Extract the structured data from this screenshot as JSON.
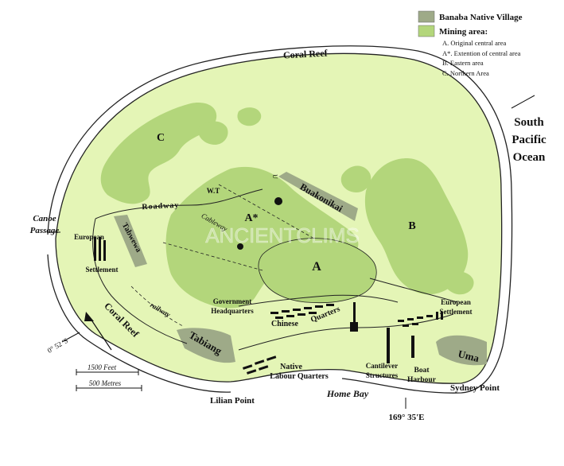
{
  "colors": {
    "land": "#e4f5b6",
    "mining": "#b3d67b",
    "village": "#9eaa88",
    "outline": "#222222",
    "water": "#ffffff"
  },
  "legend": {
    "village_label": "Banaba Native Village",
    "mining_label": "Mining area:",
    "items": [
      "A.  Original central area",
      "A*. Extention of central area",
      "B.  Eastern area",
      "C.  Northern Area"
    ]
  },
  "ocean": {
    "line1": "South",
    "line2": "Pacific",
    "line3": "Ocean"
  },
  "labels": {
    "coral_reef_top": "Coral Reef",
    "coral_reef_left": "Coral Reef",
    "canoe_line1": "Canoe",
    "canoe_line2": "Passage",
    "european_left_line1": "European",
    "european_left_line2": "Settlement",
    "tabwewa": "Tabwewa",
    "roadway": "Roadway",
    "cableway": "Cableway",
    "wt": "W.T",
    "railway": "railway",
    "tabiang": "Tabiang",
    "buakonikai": "Buakonikai",
    "area_a": "A",
    "area_a_star": "A*",
    "area_b": "B",
    "area_c": "C",
    "u_mark": "U",
    "gov_line1": "Government",
    "gov_line2": "Headquarters",
    "chinese": "Chinese",
    "quarters": "Quarters",
    "native_line1": "Native",
    "native_line2": "Labour Quarters",
    "european_right_line1": "European",
    "european_right_line2": "Settlement",
    "cantilever_line1": "Cantilever",
    "cantilever_line2": "Structures",
    "boat_line1": "Boat",
    "boat_line2": "Harbour",
    "uma": "Uma",
    "sydney_point": "Sydney Point",
    "home_bay": "Home Bay",
    "lilian_point": "Lilian Point",
    "longitude": "169°  35'E",
    "latitude": "0° 52 'S",
    "watermark": "ANCIENTCLIMS"
  },
  "scale": {
    "feet": "1500 Feet",
    "metres": "500 Metres"
  }
}
